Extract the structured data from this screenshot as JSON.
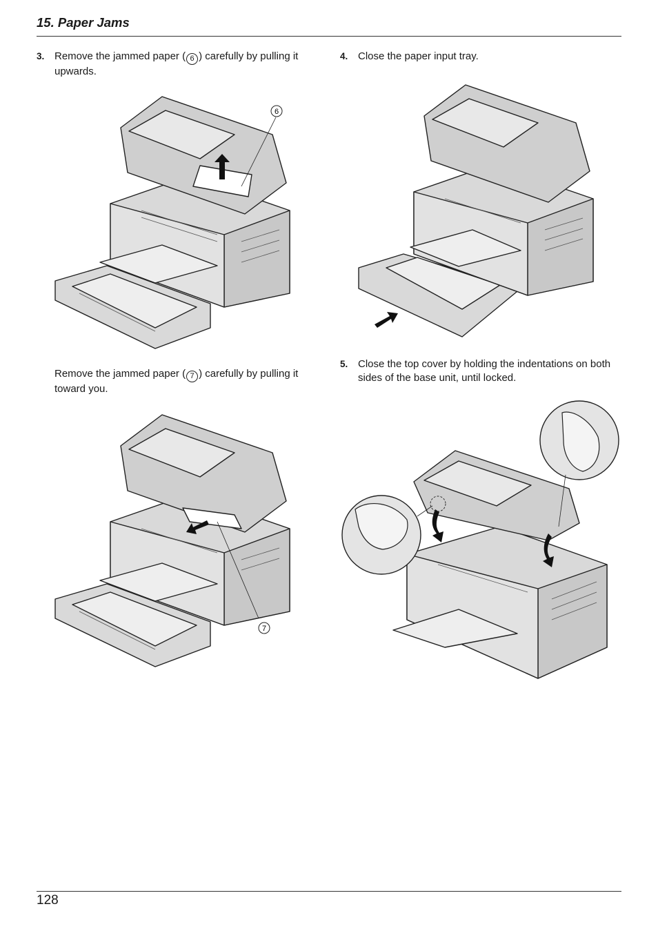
{
  "header": {
    "title": "15. Paper Jams"
  },
  "steps": [
    {
      "num": "3.",
      "text_before": "Remove the jammed paper (",
      "callout": "6",
      "text_after": ") carefully by pulling it upwards."
    },
    {
      "num": "",
      "text_before": "Remove the jammed paper (",
      "callout": "7",
      "text_after": ") carefully by pulling it toward you."
    },
    {
      "num": "4.",
      "text": "Close the paper input tray."
    },
    {
      "num": "5.",
      "text": "Close the top cover by holding the indentations on both sides of the base unit, until locked."
    }
  ],
  "figures": {
    "fig1_callout": "6",
    "fig2_callout": "7"
  },
  "footer": {
    "page_number": "128"
  }
}
